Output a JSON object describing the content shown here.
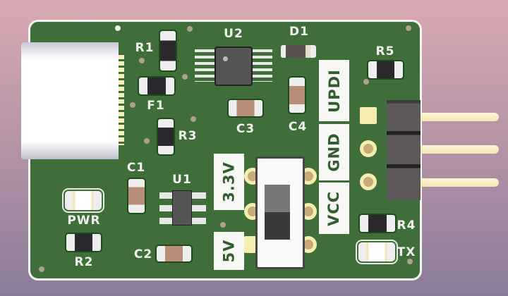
{
  "board": {
    "refdes": {
      "r1": "R1",
      "f1": "F1",
      "r3": "R3",
      "c1": "C1",
      "u1": "U1",
      "c2": "C2",
      "r2": "R2",
      "u2": "U2",
      "c3": "C3",
      "c4": "C4",
      "d1": "D1",
      "r5": "R5",
      "r4": "R4"
    },
    "leds": {
      "pwr": "PWR",
      "tx": "TX"
    },
    "switch_labels": {
      "v33": "3.3V",
      "v5": "5V"
    },
    "header_labels": [
      "UPDI",
      "GND",
      "VCC"
    ]
  },
  "colors": {
    "soldermask": "#3f6e3a",
    "silkscreen": "#f7f7f3",
    "copper_pad": "#f5eeb0",
    "background_top": "#d9a9b2",
    "background_bottom": "#8a7c99"
  }
}
